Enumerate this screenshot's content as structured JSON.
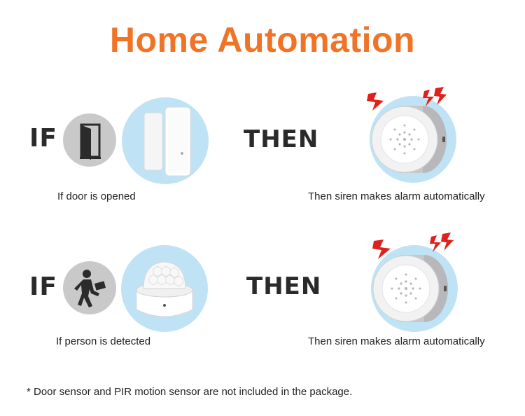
{
  "title": "Home Automation",
  "rows": [
    {
      "if_word": "IF",
      "then_word": "THEN",
      "condition": "If door is opened",
      "result": "Then siren makes alarm automatically"
    },
    {
      "if_word": "IF",
      "then_word": "THEN",
      "condition": "If person is detected",
      "result": "Then siren makes alarm automatically"
    }
  ],
  "footnote": "* Door sensor and PIR motion sensor are not included in the package.",
  "colors": {
    "title": "#f07427",
    "circle_blue": "#bfe3f5",
    "circle_grey": "#c9c9c9",
    "alert_red": "#e0201a"
  },
  "icons": [
    "door-icon",
    "walking-person-icon",
    "door-sensor-icon",
    "pir-sensor-icon",
    "siren-icon",
    "alert-bolt-icon"
  ]
}
